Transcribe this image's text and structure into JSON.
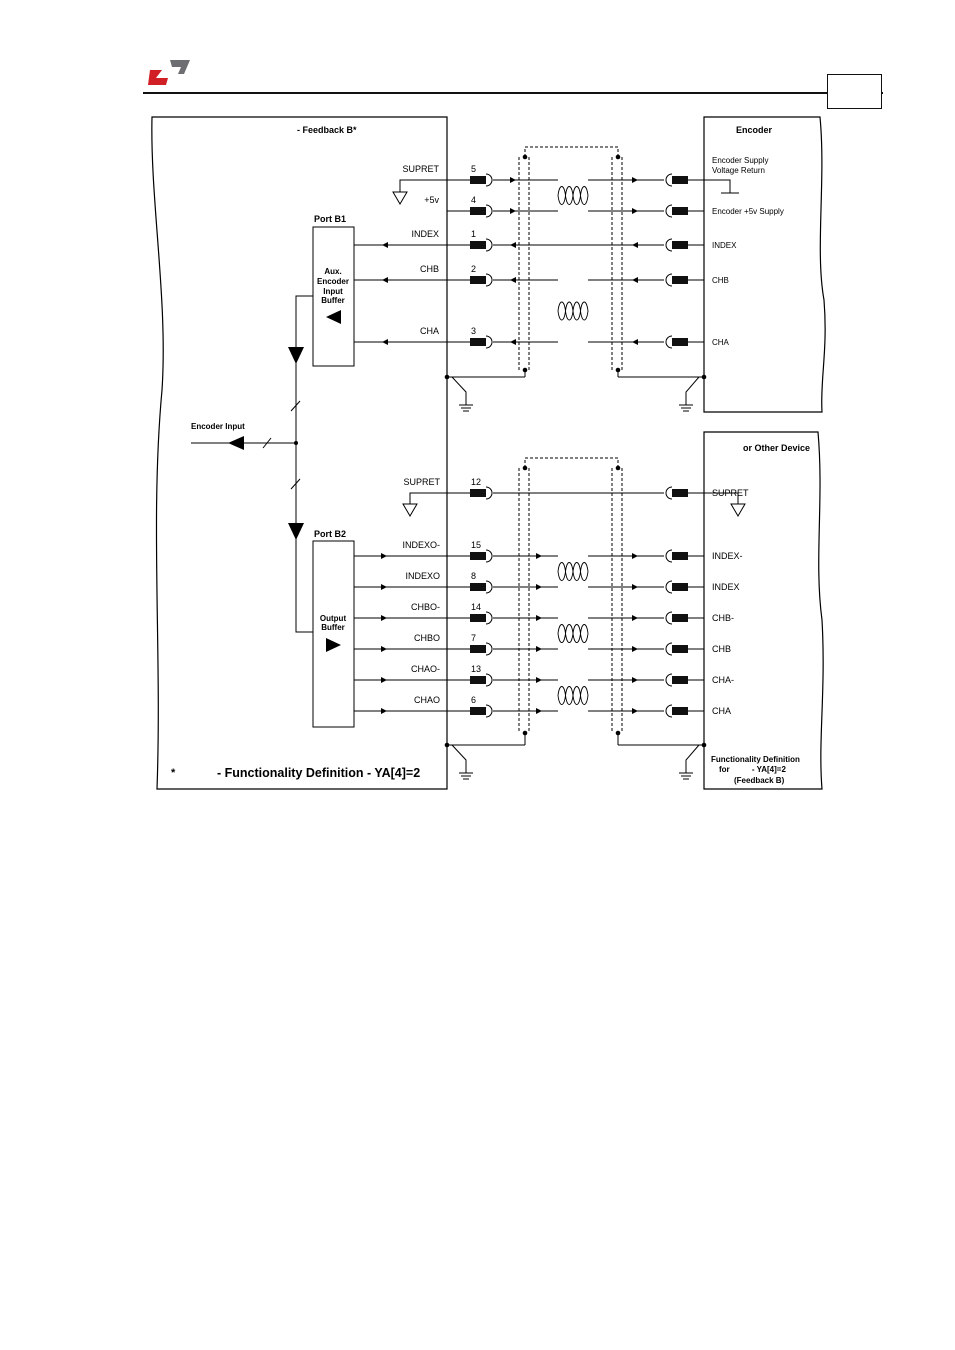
{
  "page": {
    "brand_colors": {
      "logo_red": "#d11f26",
      "logo_gray": "#6d6e71"
    },
    "page_number": ""
  },
  "diagram": {
    "drive": {
      "title": "- Feedback B*",
      "encoder_input_label": "Encoder Input",
      "footnote_star": "*",
      "footnote_text": "- Functionality Definition - YA[4]=2"
    },
    "port_b1": {
      "title": "Port B1",
      "buffer_lines": [
        "Aux.",
        "Encoder",
        "Input",
        "Buffer"
      ],
      "signals": [
        {
          "name": "SUPRET",
          "pin": "5",
          "remote": [
            "Encoder Supply",
            "Voltage Return"
          ]
        },
        {
          "name": "+5v",
          "pin": "4",
          "remote": [
            "Encoder +5v Supply"
          ]
        },
        {
          "name": "INDEX",
          "pin": "1",
          "remote": [
            "INDEX"
          ]
        },
        {
          "name": "CHB",
          "pin": "2",
          "remote": [
            "CHB"
          ]
        },
        {
          "name": "CHA",
          "pin": "3",
          "remote": [
            "CHA"
          ]
        }
      ]
    },
    "port_b2": {
      "title": "Port B2",
      "buffer_lines": [
        "Output",
        "Buffer"
      ],
      "signals": [
        {
          "name": "SUPRET",
          "pin": "12",
          "remote": "SUPRET"
        },
        {
          "name": "INDEXO-",
          "pin": "15",
          "remote": "INDEX-"
        },
        {
          "name": "INDEXO",
          "pin": "8",
          "remote": "INDEX"
        },
        {
          "name": "CHBO-",
          "pin": "14",
          "remote": "CHB-"
        },
        {
          "name": "CHBO",
          "pin": "7",
          "remote": "CHB"
        },
        {
          "name": "CHAO-",
          "pin": "13",
          "remote": "CHA-"
        },
        {
          "name": "CHAO",
          "pin": "6",
          "remote": "CHA"
        }
      ]
    },
    "encoder_box": {
      "title": "Encoder"
    },
    "other_device_box": {
      "title": "or Other Device",
      "note_lines": [
        "Functionality Definition",
        "for          - YA[4]=2",
        "(Feedback B)"
      ]
    }
  }
}
